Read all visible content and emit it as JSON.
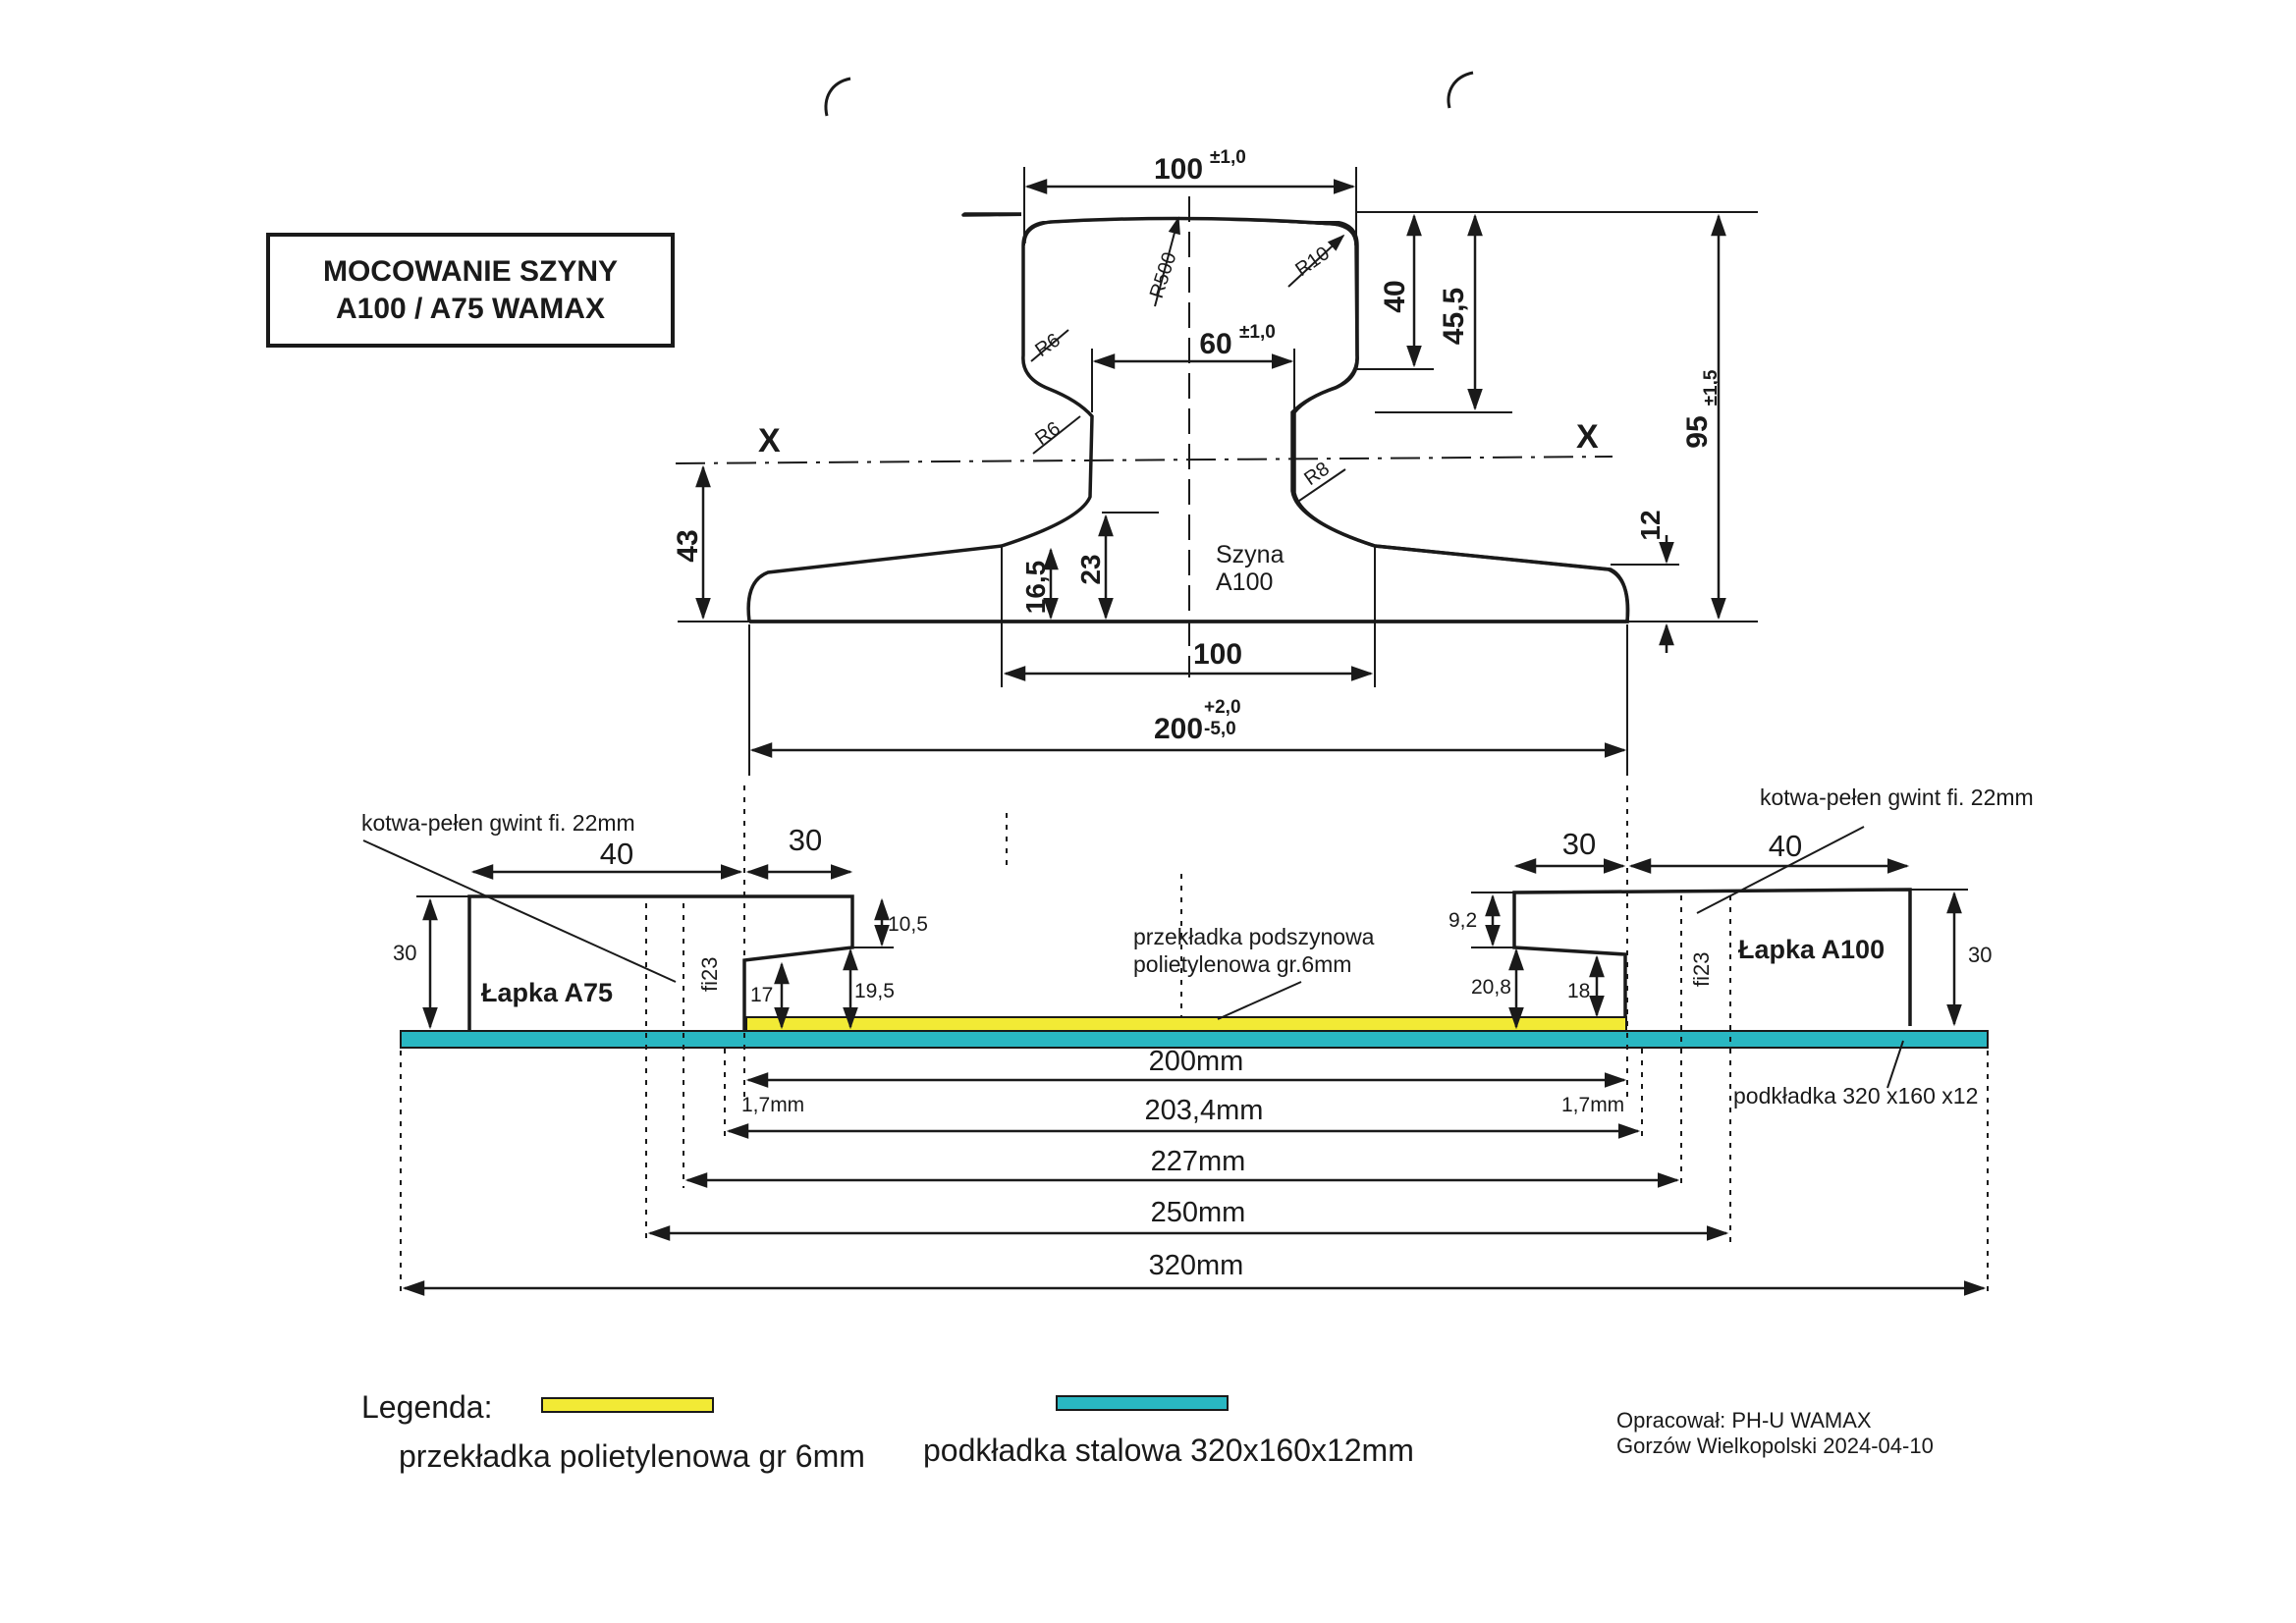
{
  "title": {
    "line1": "MOCOWANIE SZYNY",
    "line2": "A100 / A75 WAMAX"
  },
  "rail": {
    "name_line1": "Szyna",
    "name_line2": "A100",
    "axis_label_left": "X",
    "axis_label_right": "X",
    "dims": {
      "head_width": "100",
      "head_width_tol": "±1,0",
      "web_width": "60",
      "web_width_tol": "±1,0",
      "head_depth": "40",
      "head_total": "45,5",
      "height": "95",
      "height_tol": "±1,5",
      "axis_height": "43",
      "foot_edge": "16,5",
      "foot_web": "23",
      "foot_tip": "12",
      "base_inner": "100",
      "base_width": "200",
      "base_tol_plus": "+2,0",
      "base_tol_minus": "-5,0"
    },
    "radii": {
      "r500": "R500",
      "r10": "R10",
      "r6_upper": "R6",
      "r6_lower": "R6",
      "r8": "R8"
    }
  },
  "fastening": {
    "left_anchor": "kotwa-pełen gwint fi. 22mm",
    "right_anchor": "kotwa-pełen gwint fi. 22mm",
    "left_clip": "Łapka A75",
    "right_clip": "Łapka A100",
    "hole_left": "fi23",
    "hole_right": "fi23",
    "pad_note_line1": "przekładka podszynowa",
    "pad_note_line2": "polietylenowa gr.6mm",
    "plate_note": "podkładka 320 x160 x12",
    "dims": {
      "left_clip_len": "40",
      "left_nose_len": "30",
      "right_nose_len": "30",
      "right_clip_len": "40",
      "left_height": "30",
      "right_height": "30",
      "left_top_step": "10,5",
      "left_nose_h": "17",
      "left_inner_h": "19,5",
      "right_top_step": "9,2",
      "right_inner_h": "20,8",
      "right_nose_h": "18",
      "gap_left": "1,7mm",
      "gap_right": "1,7mm",
      "d200": "200mm",
      "d203": "203,4mm",
      "d227": "227mm",
      "d250": "250mm",
      "d320": "320mm"
    }
  },
  "legend": {
    "heading": "Legenda:",
    "item_pad": "przekładka polietylenowa gr 6mm",
    "item_plate": "podkładka stalowa 320x160x12mm",
    "color_pad": "#f2ea35",
    "color_plate": "#29b7c2"
  },
  "footer": {
    "author": "Opracował: PH-U  WAMAX",
    "place_date": "Gorzów Wielkopolski 2024-04-10"
  }
}
